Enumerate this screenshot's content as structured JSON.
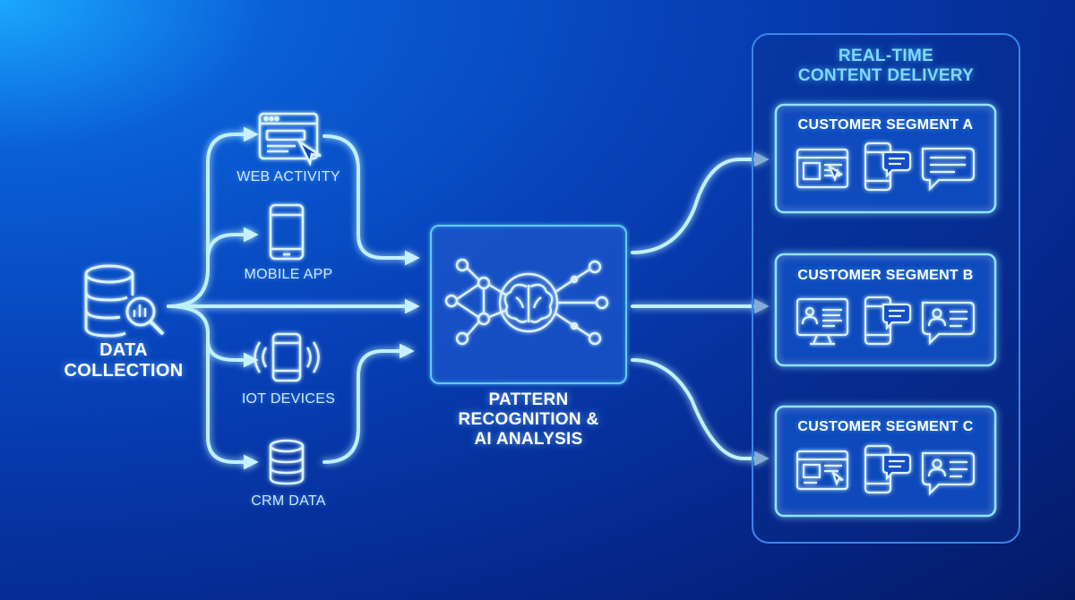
{
  "diagram": {
    "source": {
      "title_line1": "DATA",
      "title_line2": "COLLECTION",
      "icon": "database-search-icon"
    },
    "inputs": [
      {
        "label": "WEB ACTIVITY",
        "icon": "browser-cursor-icon"
      },
      {
        "label": "MOBILE APP",
        "icon": "smartphone-icon"
      },
      {
        "label": "IOT DEVICES",
        "icon": "phone-signal-icon"
      },
      {
        "label": "CRM DATA",
        "icon": "database-icon"
      }
    ],
    "processor": {
      "title_line1": "PATTERN",
      "title_line2": "RECOGNITION &",
      "title_line3": "AI ANALYSIS",
      "icon": "neural-network-brain-icon"
    },
    "delivery": {
      "title_line1": "REAL-TIME",
      "title_line2": "CONTENT DELIVERY",
      "segments": [
        {
          "label": "CUSTOMER SEGMENT A",
          "icons": [
            "webpage-icon",
            "smartphone-chat-icon",
            "message-icon"
          ]
        },
        {
          "label": "CUSTOMER SEGMENT B",
          "icons": [
            "monitor-profile-icon",
            "smartphone-chat-icon",
            "profile-message-icon"
          ]
        },
        {
          "label": "CUSTOMER SEGMENT C",
          "icons": [
            "webpage-icon",
            "smartphone-chat-icon",
            "profile-message-icon"
          ]
        }
      ]
    },
    "colors": {
      "background_light": "#1aa8ff",
      "background_dark": "#041a66",
      "glow": "#4fd2ff",
      "line": "#bff0ff",
      "panel_title": "#7fd8ff"
    }
  }
}
